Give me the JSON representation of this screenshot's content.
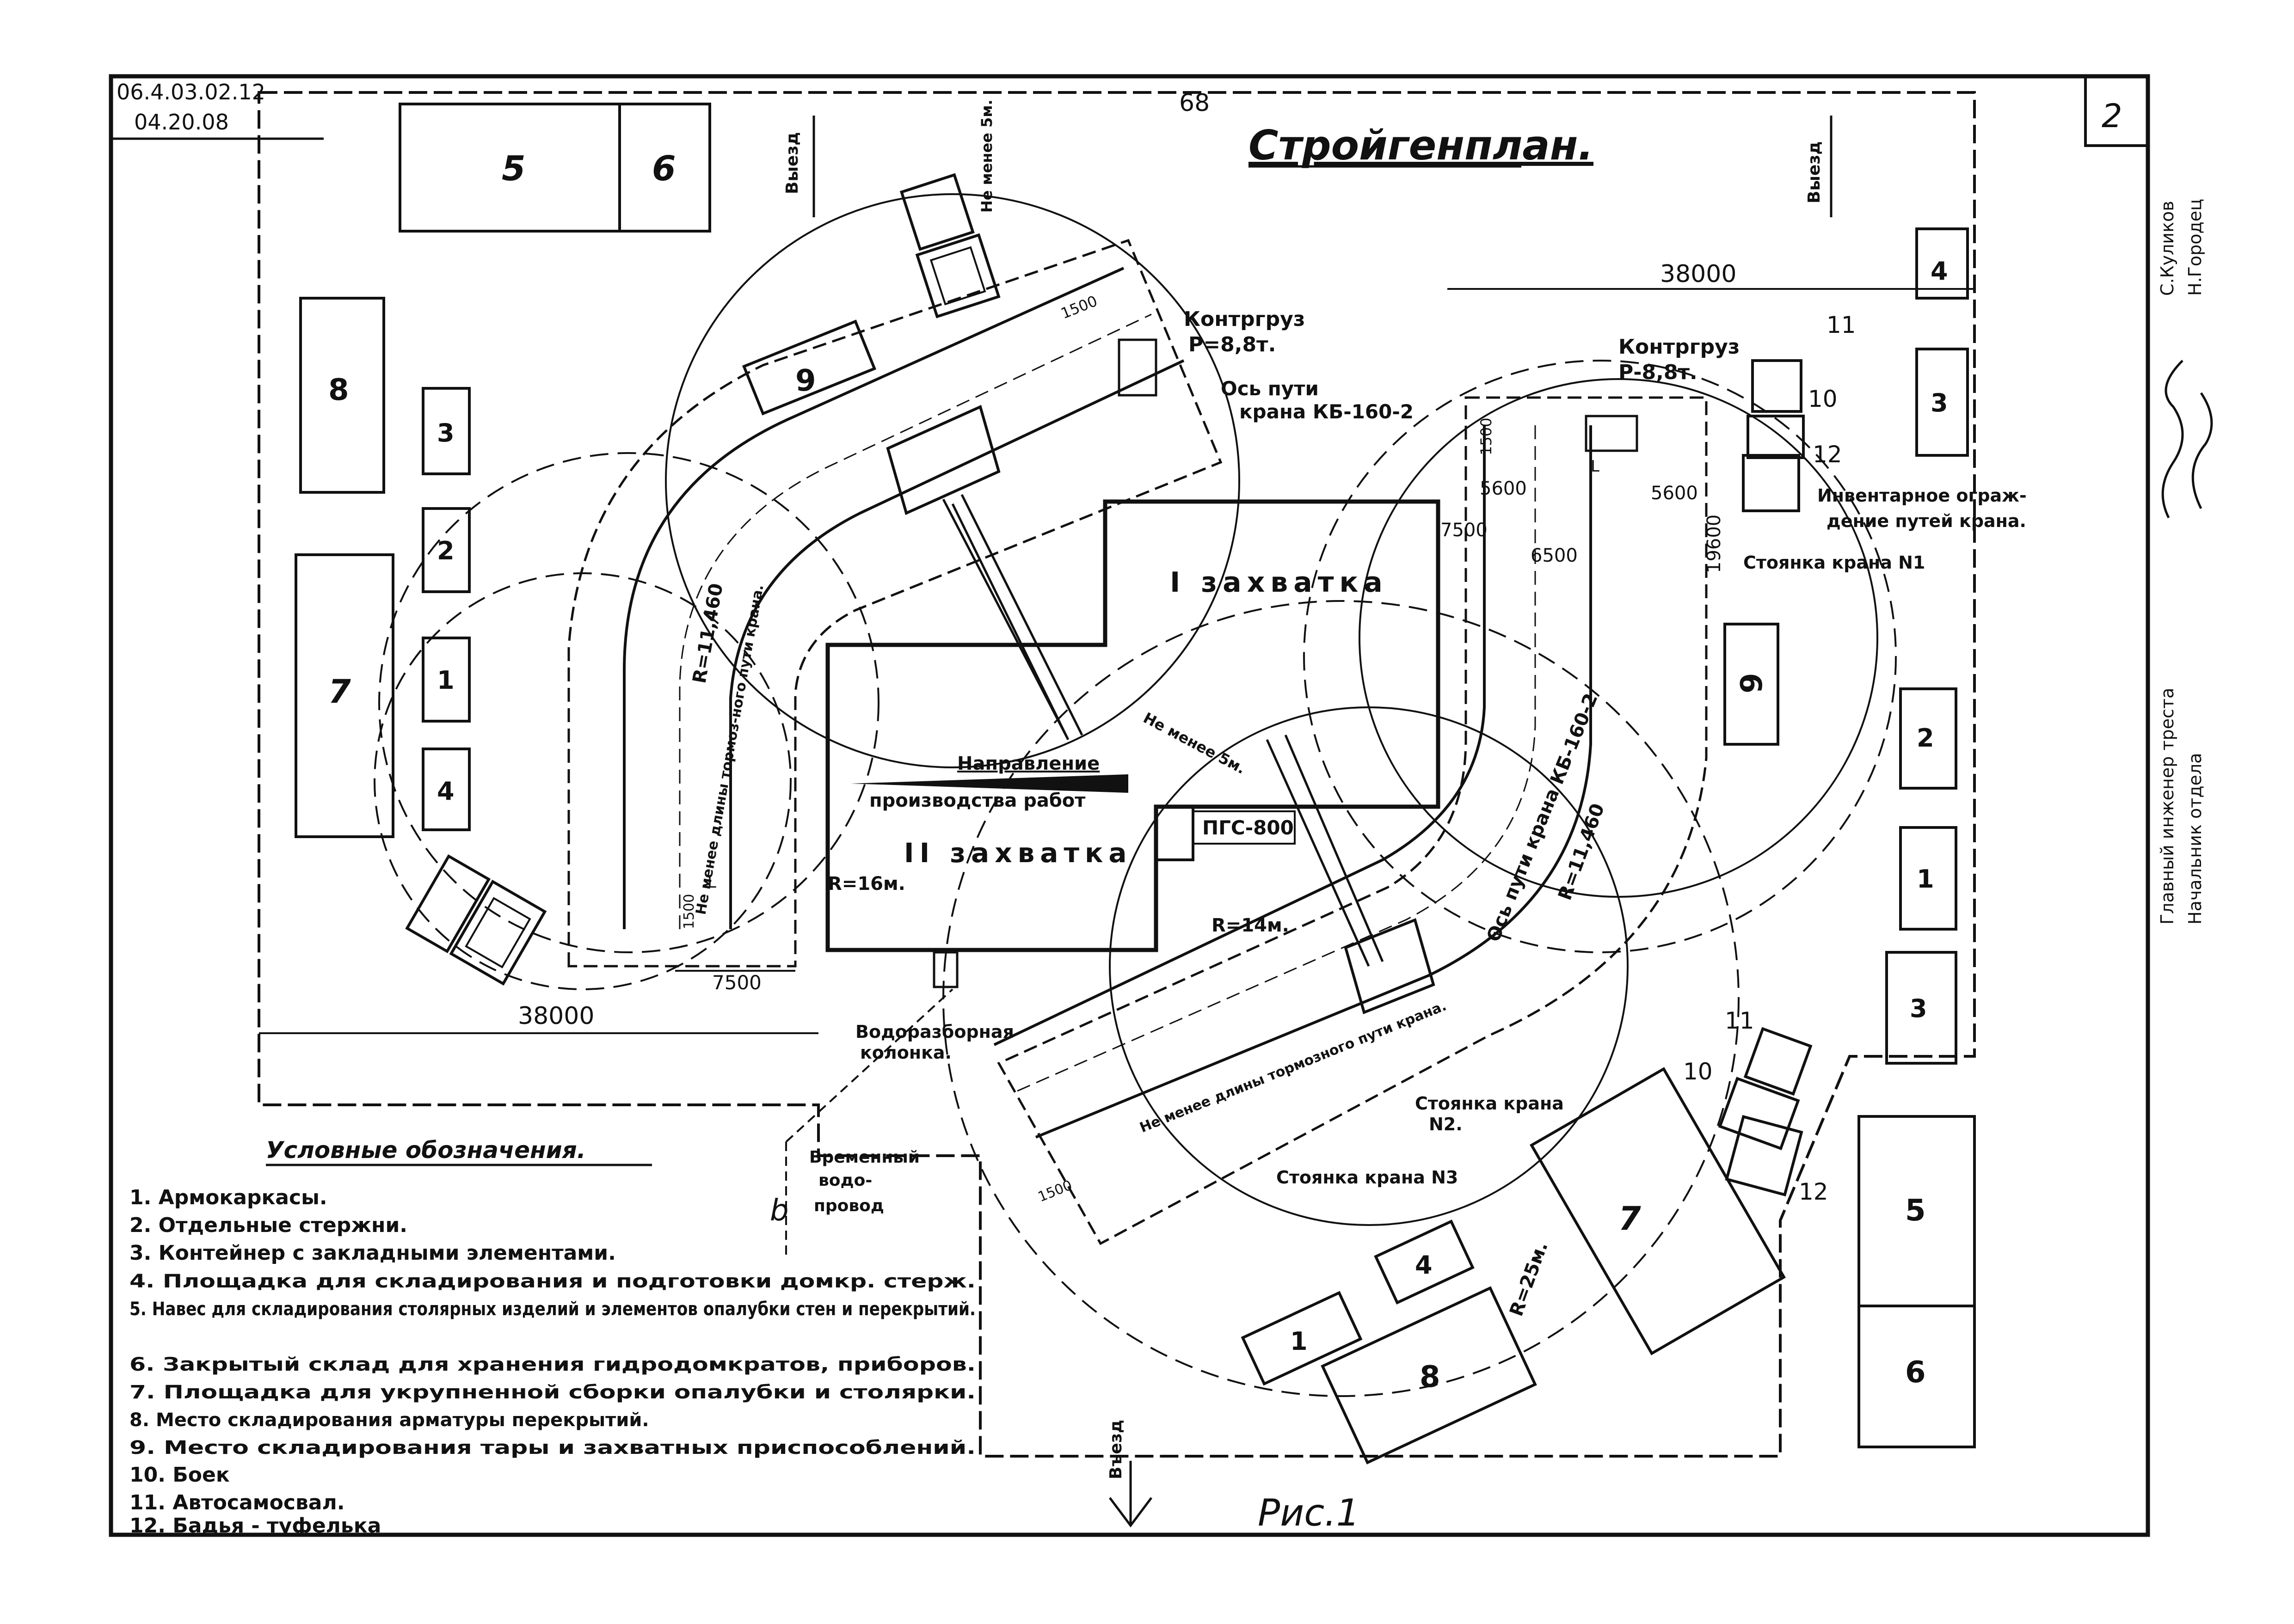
{
  "sheet": {
    "doc_code": "06.4.03.02.12",
    "doc_date": "04.20.08",
    "page_number": "68",
    "sheet_number": "2",
    "title": "Стройгенплан.",
    "figure_caption": "Рис.1"
  },
  "signatures": {
    "chief_engineer_role": "Главный инженер треста",
    "chief_engineer_name": "С.Куликов",
    "dept_head_role": "Начальник отдела",
    "dept_head_name": "Н.Городец"
  },
  "site_labels": {
    "exit_top_left": "Выезд",
    "exit_top_right": "Выезд",
    "entry_bottom": "Въезд",
    "min_5m_top": "Не менее 5м.",
    "min_5m_mid": "Не менее 5м.",
    "dim_38000_top": "38000",
    "dim_38000_bottom": "38000",
    "dim_7500_left": "7500",
    "dim_7500_right": "7500",
    "dim_1500_top": "1500",
    "dim_1500_right": "1500",
    "dim_1500_left": "1500",
    "dim_1500_bottom": "1500",
    "dim_5600_a": "5600",
    "dim_5600_b": "5600",
    "dim_6500": "6500",
    "dim_19600": "19600",
    "counterweight_left": "Контргруз",
    "counterweight_left_value": "Р=8,8т.",
    "counterweight_right": "Контргруз",
    "counterweight_right_value": "Р-8,8т.",
    "crane_axis_left_1": "Ось пути",
    "crane_axis_left_2": "крана КБ-160-2",
    "crane_axis_right": "Ось пути крана КБ-160-2",
    "radius_left": "R=11,460",
    "radius_right": "R=11,460",
    "radius_16": "R=16м.",
    "radius_14": "R=14м.",
    "radius_25": "R=25м.",
    "zone_1": "I захватка",
    "zone_2": "II захватка",
    "direction": "Направление",
    "direction_2": "производства работ",
    "pump": "ПГС-800",
    "hydrant_1": "Водоразборная",
    "hydrant_2": "колонка.",
    "pipe_1": "Временный",
    "pipe_2": "водо-",
    "pipe_3": "провод",
    "fence_1": "Инвентарное ограж-",
    "fence_2": "дение путей крана.",
    "crane_stop_1": "Стоянка крана N1",
    "crane_stop_2a": "Стоянка крана",
    "crane_stop_2b": "N2.",
    "crane_stop_3": "Стоянка крана N3",
    "brake_left": "Не менее длины тормоз-ного пути крана.",
    "brake_bottom": "Не менее длины тормозного пути крана.",
    "mark_L": "L",
    "mark_b": "b"
  },
  "areas": {
    "n1": "1",
    "n2": "2",
    "n3": "3",
    "n4": "4",
    "n5": "5",
    "n6": "6",
    "n7": "7",
    "n8": "8",
    "n9": "9",
    "n10": "10",
    "n11": "11",
    "n12": "12"
  },
  "legend": {
    "title": "Условные обозначения.",
    "items": [
      "1. Армокаркасы.",
      "2. Отдельные стержни.",
      "3. Контейнер с закладными элементами.",
      "4. Площадка для складирования и подготовки домкр. стерж.",
      "5. Навес для складирования столярных изделий и элементов опалубки стен и перекрытий.",
      "6. Закрытый склад для хранения гидродомкратов, приборов.",
      "7. Площадка для укрупненной сборки опалубки и столярки.",
      "8. Место складирования арматуры перекрытий.",
      "9. Место складирования тары и захватных приспособлений.",
      "10. Боек",
      "11. Автосамосвал.",
      "12. Бадья - туфелька"
    ]
  }
}
